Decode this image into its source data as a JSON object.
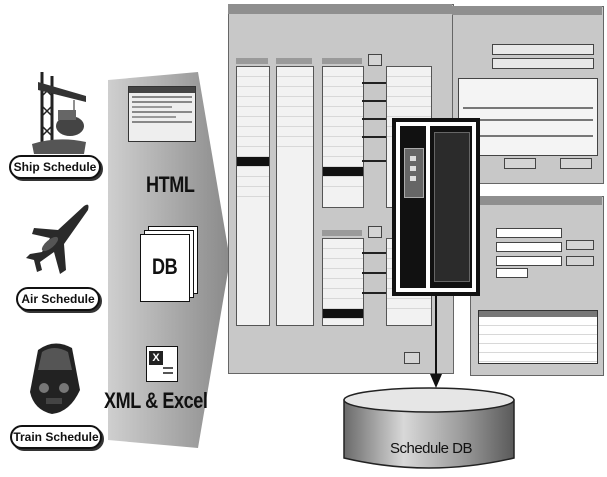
{
  "sources": {
    "ship_label": "Ship Schedule",
    "air_label": "Air Schedule",
    "train_label": "Train Schedule"
  },
  "formats": {
    "html_label": "HTML",
    "db_label": "DB",
    "xml_label": "XML & Excel"
  },
  "database": {
    "label": "Schedule DB"
  },
  "colors": {
    "panel_gray": "#c8c8c8",
    "dark": "#111111"
  }
}
